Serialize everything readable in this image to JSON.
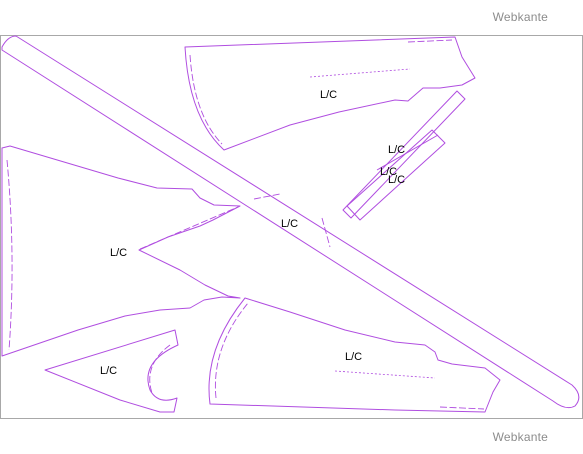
{
  "selvage": {
    "top": "Webkante",
    "bottom": "Webkante"
  },
  "colors": {
    "piece_outline": "#b04ee0",
    "fabric_border": "#a8a8a8",
    "selvage_text": "#8c8c8c",
    "label_text": "#000000"
  },
  "pieces": [
    {
      "id": "sleeve-upper",
      "label": "L/C"
    },
    {
      "id": "collar-strip-a",
      "label": "L/C"
    },
    {
      "id": "collar-strip-b",
      "label": "L/C"
    },
    {
      "id": "collar-strip-c",
      "label": "L/C"
    },
    {
      "id": "diagonal-band",
      "label": "L/C"
    },
    {
      "id": "front-panel",
      "label": "L/C"
    },
    {
      "id": "small-piece",
      "label": "L/C"
    },
    {
      "id": "sleeve-lower",
      "label": "L/C"
    }
  ]
}
